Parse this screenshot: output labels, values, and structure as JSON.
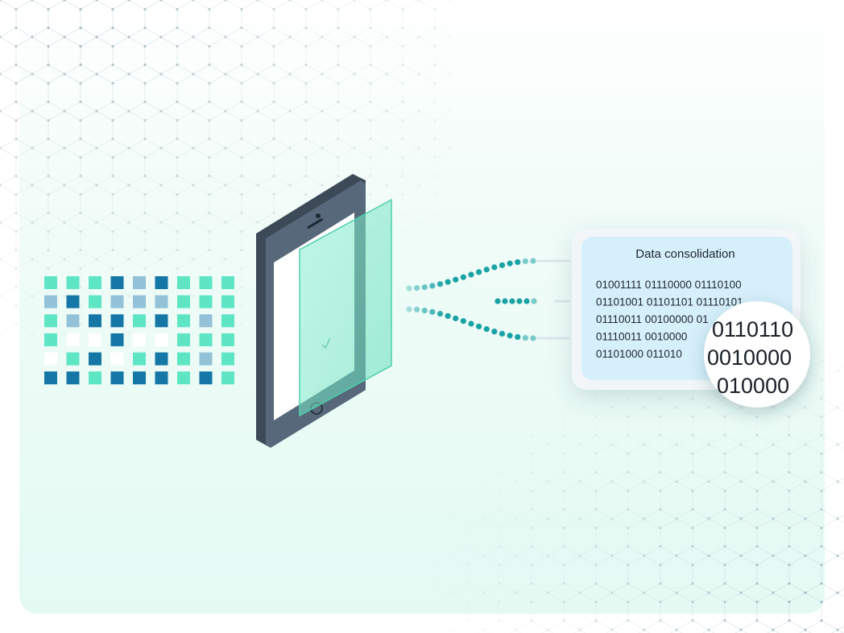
{
  "panel": {
    "title": "Data consolidation",
    "binary_lines": [
      "01001111 01110000 01110100",
      "01101001 01101101 01110101",
      "01110011 00100000 01",
      "01110011 0010000",
      "01101000 011010"
    ]
  },
  "magnifier": {
    "lines": [
      "0110110",
      "0010000",
      "010000"
    ]
  },
  "phone": {
    "icon": "phone-icon"
  },
  "colors": {
    "background_tint": "#e3faf3",
    "panel_fill": "#d6f0fb",
    "phone_body": "#4e5e6c",
    "glass_overlay": "#7ee6c4",
    "dot_stream": "#1aa3a6",
    "grid_dark": "#1477a6",
    "grid_mid": "#93c2d8",
    "grid_light": "#5ee6c4",
    "grid_white": "#ffffff"
  },
  "grid": {
    "rows": [
      [
        "light",
        "light",
        "light",
        "dark",
        "mid",
        "dark",
        "light",
        "light",
        "light"
      ],
      [
        "mid",
        "dark",
        "light",
        "mid",
        "mid",
        "mid",
        "light",
        "light",
        "light"
      ],
      [
        "light",
        "mid",
        "dark",
        "dark",
        "light",
        "dark",
        "light",
        "mid",
        "light"
      ],
      [
        "light",
        "white",
        "white",
        "dark",
        "white",
        "white",
        "light",
        "light",
        "light"
      ],
      [
        "white",
        "light",
        "dark",
        "white",
        "light",
        "dark",
        "light",
        "mid",
        "light"
      ],
      [
        "dark",
        "dark",
        "light",
        "dark",
        "dark",
        "dark",
        "light",
        "dark",
        "light"
      ]
    ]
  }
}
